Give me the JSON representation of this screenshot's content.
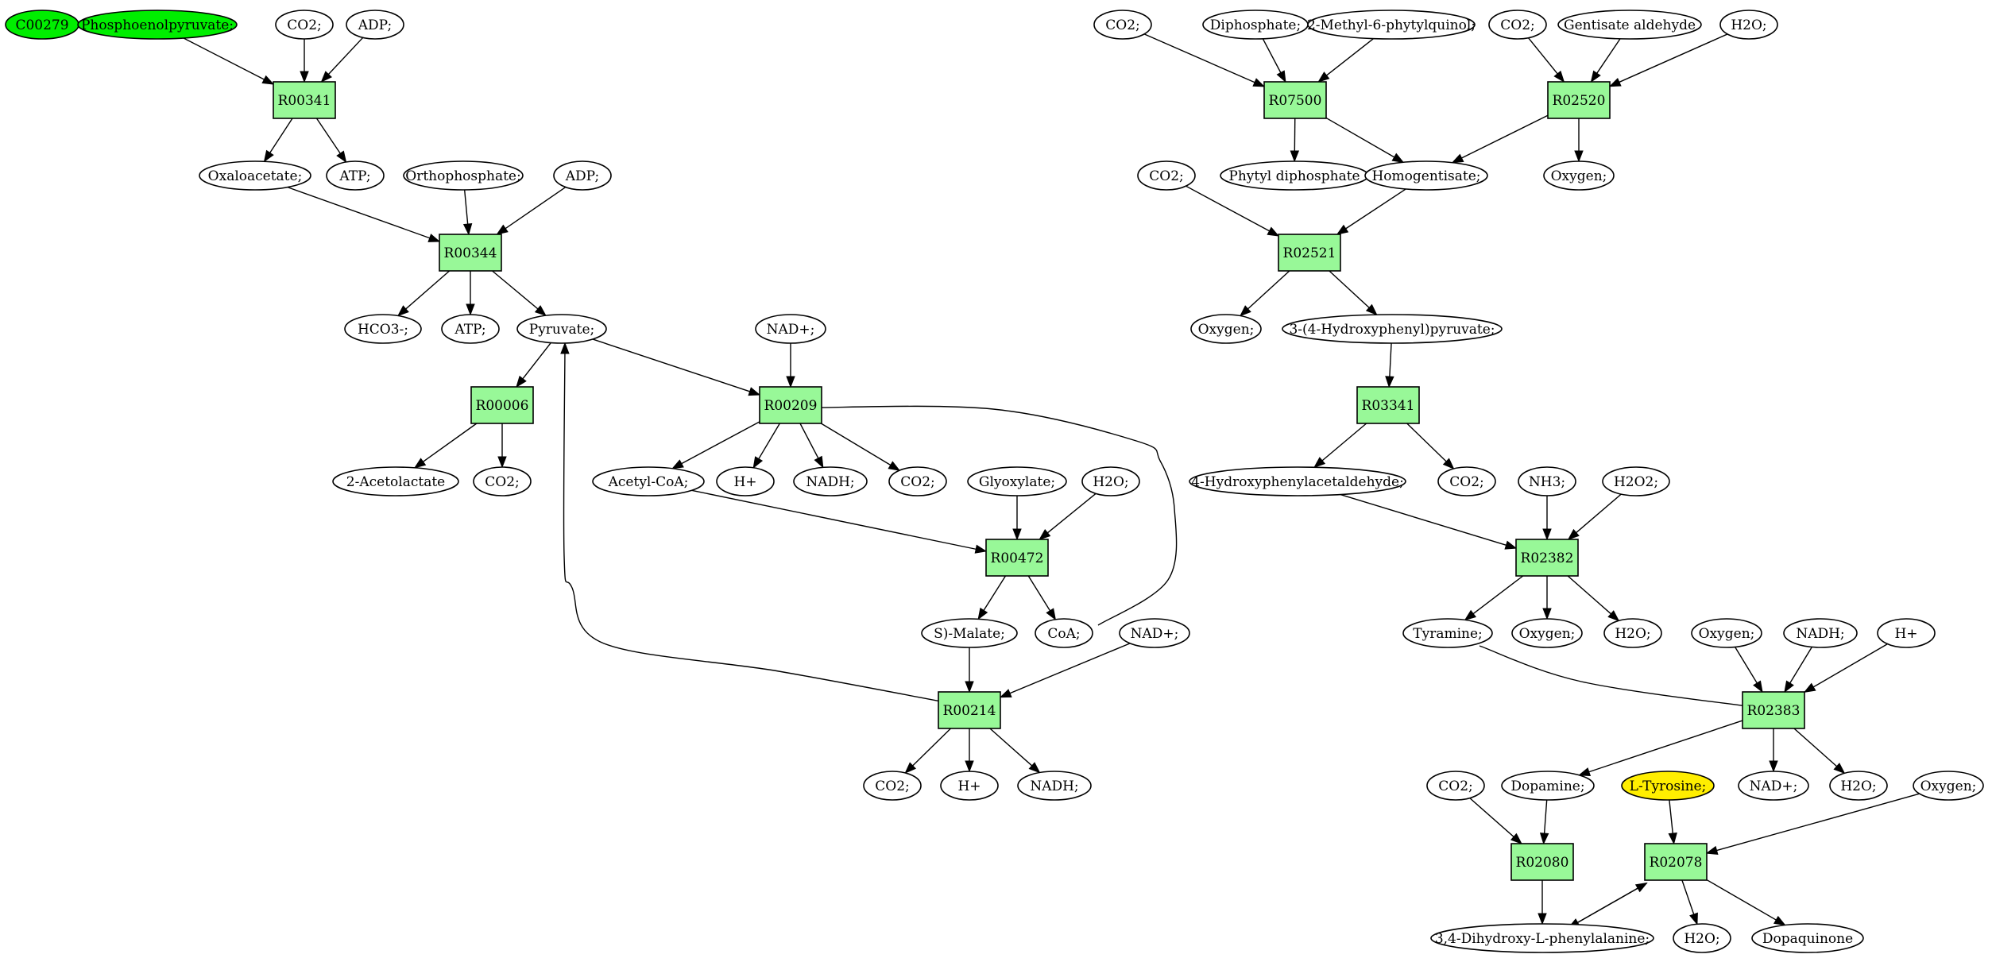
{
  "diagram": {
    "colors": {
      "reaction": "#98f898",
      "green_compound": "#00ee00",
      "yellow_compound": "#ffee00",
      "compound": "#ffffff",
      "stroke": "#000000"
    },
    "nodes": [
      {
        "id": "c00279",
        "label": "C00279",
        "shape": "ellipse",
        "fill": "green"
      },
      {
        "id": "pep",
        "label": "Phosphoenolpyruvate;",
        "shape": "ellipse",
        "fill": "green"
      },
      {
        "id": "co2_a",
        "label": "CO2;",
        "shape": "ellipse"
      },
      {
        "id": "adp_a",
        "label": "ADP;",
        "shape": "ellipse"
      },
      {
        "id": "r00341",
        "label": "R00341",
        "shape": "box"
      },
      {
        "id": "oxaloacetate",
        "label": "Oxaloacetate;",
        "shape": "ellipse"
      },
      {
        "id": "atp_a",
        "label": "ATP;",
        "shape": "ellipse"
      },
      {
        "id": "orthophosphate",
        "label": "Orthophosphate;",
        "shape": "ellipse"
      },
      {
        "id": "adp_b",
        "label": "ADP;",
        "shape": "ellipse"
      },
      {
        "id": "r00344",
        "label": "R00344",
        "shape": "box"
      },
      {
        "id": "hco3",
        "label": "HCO3-;",
        "shape": "ellipse"
      },
      {
        "id": "atp_b",
        "label": "ATP;",
        "shape": "ellipse"
      },
      {
        "id": "pyruvate",
        "label": "Pyruvate;",
        "shape": "ellipse"
      },
      {
        "id": "r00006",
        "label": "R00006",
        "shape": "box"
      },
      {
        "id": "acetolactate",
        "label": "2-Acetolactate",
        "shape": "ellipse"
      },
      {
        "id": "co2_b",
        "label": "CO2;",
        "shape": "ellipse"
      },
      {
        "id": "nad_a",
        "label": "NAD+;",
        "shape": "ellipse"
      },
      {
        "id": "r00209",
        "label": "R00209",
        "shape": "box"
      },
      {
        "id": "acetylcoa",
        "label": "Acetyl-CoA;",
        "shape": "ellipse"
      },
      {
        "id": "hplus_a",
        "label": "H+",
        "shape": "ellipse"
      },
      {
        "id": "nadh_a",
        "label": "NADH;",
        "shape": "ellipse"
      },
      {
        "id": "co2_c",
        "label": "CO2;",
        "shape": "ellipse"
      },
      {
        "id": "glyoxylate",
        "label": "Glyoxylate;",
        "shape": "ellipse"
      },
      {
        "id": "h2o_a",
        "label": "H2O;",
        "shape": "ellipse"
      },
      {
        "id": "r00472",
        "label": "R00472",
        "shape": "box"
      },
      {
        "id": "smalate",
        "label": "S)-Malate;",
        "shape": "ellipse"
      },
      {
        "id": "coa",
        "label": "CoA;",
        "shape": "ellipse"
      },
      {
        "id": "nad_b",
        "label": "NAD+;",
        "shape": "ellipse"
      },
      {
        "id": "r00214",
        "label": "R00214",
        "shape": "box"
      },
      {
        "id": "co2_d",
        "label": "CO2;",
        "shape": "ellipse"
      },
      {
        "id": "hplus_b",
        "label": "H+",
        "shape": "ellipse"
      },
      {
        "id": "nadh_b",
        "label": "NADH;",
        "shape": "ellipse"
      },
      {
        "id": "co2_e",
        "label": "CO2;",
        "shape": "ellipse"
      },
      {
        "id": "diphosphate",
        "label": "Diphosphate;",
        "shape": "ellipse"
      },
      {
        "id": "methylphytylquinol",
        "label": "2-Methyl-6-phytylquinol;",
        "shape": "ellipse"
      },
      {
        "id": "co2_f",
        "label": "CO2;",
        "shape": "ellipse"
      },
      {
        "id": "gentisate",
        "label": "Gentisate aldehyde",
        "shape": "ellipse"
      },
      {
        "id": "h2o_b",
        "label": "H2O;",
        "shape": "ellipse"
      },
      {
        "id": "r07500",
        "label": "R07500",
        "shape": "box"
      },
      {
        "id": "r02520",
        "label": "R02520",
        "shape": "box"
      },
      {
        "id": "co2_g",
        "label": "CO2;",
        "shape": "ellipse"
      },
      {
        "id": "phytyldiphosphate",
        "label": "Phytyl diphosphate",
        "shape": "ellipse"
      },
      {
        "id": "homogentisate",
        "label": "Homogentisate;",
        "shape": "ellipse"
      },
      {
        "id": "oxygen_a",
        "label": "Oxygen;",
        "shape": "ellipse"
      },
      {
        "id": "r02521",
        "label": "R02521",
        "shape": "box"
      },
      {
        "id": "oxygen_b",
        "label": "Oxygen;",
        "shape": "ellipse"
      },
      {
        "id": "hppyruvate",
        "label": "3-(4-Hydroxyphenyl)pyruvate;",
        "shape": "ellipse"
      },
      {
        "id": "r03341",
        "label": "R03341",
        "shape": "box"
      },
      {
        "id": "hpacetaldehyde",
        "label": "4-Hydroxyphenylacetaldehyde;",
        "shape": "ellipse"
      },
      {
        "id": "co2_h",
        "label": "CO2;",
        "shape": "ellipse"
      },
      {
        "id": "nh3",
        "label": "NH3;",
        "shape": "ellipse"
      },
      {
        "id": "h2o2",
        "label": "H2O2;",
        "shape": "ellipse"
      },
      {
        "id": "r02382",
        "label": "R02382",
        "shape": "box"
      },
      {
        "id": "tyramine",
        "label": "Tyramine;",
        "shape": "ellipse"
      },
      {
        "id": "oxygen_c",
        "label": "Oxygen;",
        "shape": "ellipse"
      },
      {
        "id": "h2o_c",
        "label": "H2O;",
        "shape": "ellipse"
      },
      {
        "id": "oxygen_d",
        "label": "Oxygen;",
        "shape": "ellipse"
      },
      {
        "id": "nadh_c",
        "label": "NADH;",
        "shape": "ellipse"
      },
      {
        "id": "hplus_c",
        "label": "H+",
        "shape": "ellipse"
      },
      {
        "id": "r02383",
        "label": "R02383",
        "shape": "box"
      },
      {
        "id": "co2_i",
        "label": "CO2;",
        "shape": "ellipse"
      },
      {
        "id": "dopamine",
        "label": "Dopamine;",
        "shape": "ellipse"
      },
      {
        "id": "ltyrosine",
        "label": "L-Tyrosine;",
        "shape": "ellipse",
        "fill": "yellow"
      },
      {
        "id": "nad_c",
        "label": "NAD+;",
        "shape": "ellipse"
      },
      {
        "id": "h2o_d",
        "label": "H2O;",
        "shape": "ellipse"
      },
      {
        "id": "oxygen_e",
        "label": "Oxygen;",
        "shape": "ellipse"
      },
      {
        "id": "r02080",
        "label": "R02080",
        "shape": "box"
      },
      {
        "id": "r02078",
        "label": "R02078",
        "shape": "box"
      },
      {
        "id": "dopa",
        "label": "3,4-Dihydroxy-L-phenylalanine;",
        "shape": "ellipse"
      },
      {
        "id": "h2o_e",
        "label": "H2O;",
        "shape": "ellipse"
      },
      {
        "id": "dopaquinone",
        "label": "Dopaquinone",
        "shape": "ellipse"
      }
    ],
    "edges": [
      {
        "from": "pep",
        "to": "r00341"
      },
      {
        "from": "co2_a",
        "to": "r00341"
      },
      {
        "from": "adp_a",
        "to": "r00341"
      },
      {
        "from": "r00341",
        "to": "oxaloacetate"
      },
      {
        "from": "r00341",
        "to": "atp_a"
      },
      {
        "from": "oxaloacetate",
        "to": "r00344"
      },
      {
        "from": "orthophosphate",
        "to": "r00344"
      },
      {
        "from": "adp_b",
        "to": "r00344"
      },
      {
        "from": "r00344",
        "to": "hco3"
      },
      {
        "from": "r00344",
        "to": "atp_b"
      },
      {
        "from": "r00344",
        "to": "pyruvate"
      },
      {
        "from": "pyruvate",
        "to": "r00006"
      },
      {
        "from": "r00006",
        "to": "acetolactate"
      },
      {
        "from": "r00006",
        "to": "co2_b"
      },
      {
        "from": "pyruvate",
        "to": "r00209"
      },
      {
        "from": "nad_a",
        "to": "r00209"
      },
      {
        "from": "r00209",
        "to": "acetylcoa"
      },
      {
        "from": "r00209",
        "to": "hplus_a"
      },
      {
        "from": "r00209",
        "to": "nadh_a"
      },
      {
        "from": "r00209",
        "to": "co2_c"
      },
      {
        "from": "acetylcoa",
        "to": "r00472"
      },
      {
        "from": "glyoxylate",
        "to": "r00472"
      },
      {
        "from": "h2o_a",
        "to": "r00472"
      },
      {
        "from": "r00472",
        "to": "smalate"
      },
      {
        "from": "r00472",
        "to": "coa"
      },
      {
        "from": "coa",
        "to": "r00209"
      },
      {
        "from": "smalate",
        "to": "r00214"
      },
      {
        "from": "nad_b",
        "to": "r00214"
      },
      {
        "from": "r00214",
        "to": "pyruvate"
      },
      {
        "from": "r00214",
        "to": "co2_d"
      },
      {
        "from": "r00214",
        "to": "hplus_b"
      },
      {
        "from": "r00214",
        "to": "nadh_b"
      },
      {
        "from": "co2_e",
        "to": "r07500"
      },
      {
        "from": "diphosphate",
        "to": "r07500"
      },
      {
        "from": "methylphytylquinol",
        "to": "r07500"
      },
      {
        "from": "r07500",
        "to": "phytyldiphosphate"
      },
      {
        "from": "r07500",
        "to": "homogentisate"
      },
      {
        "from": "co2_f",
        "to": "r02520"
      },
      {
        "from": "gentisate",
        "to": "r02520"
      },
      {
        "from": "h2o_b",
        "to": "r02520"
      },
      {
        "from": "r02520",
        "to": "homogentisate"
      },
      {
        "from": "r02520",
        "to": "oxygen_a"
      },
      {
        "from": "co2_g",
        "to": "r02521"
      },
      {
        "from": "homogentisate",
        "to": "r02521"
      },
      {
        "from": "r02521",
        "to": "oxygen_b"
      },
      {
        "from": "r02521",
        "to": "hppyruvate"
      },
      {
        "from": "hppyruvate",
        "to": "r03341"
      },
      {
        "from": "r03341",
        "to": "hpacetaldehyde"
      },
      {
        "from": "r03341",
        "to": "co2_h"
      },
      {
        "from": "hpacetaldehyde",
        "to": "r02382"
      },
      {
        "from": "nh3",
        "to": "r02382"
      },
      {
        "from": "h2o2",
        "to": "r02382"
      },
      {
        "from": "r02382",
        "to": "tyramine"
      },
      {
        "from": "r02382",
        "to": "oxygen_c"
      },
      {
        "from": "r02382",
        "to": "h2o_c"
      },
      {
        "from": "tyramine",
        "to": "r02383"
      },
      {
        "from": "oxygen_d",
        "to": "r02383"
      },
      {
        "from": "nadh_c",
        "to": "r02383"
      },
      {
        "from": "hplus_c",
        "to": "r02383"
      },
      {
        "from": "r02383",
        "to": "dopamine"
      },
      {
        "from": "r02383",
        "to": "nad_c"
      },
      {
        "from": "r02383",
        "to": "h2o_d"
      },
      {
        "from": "co2_i",
        "to": "r02080"
      },
      {
        "from": "dopamine",
        "to": "r02080"
      },
      {
        "from": "r02080",
        "to": "dopa"
      },
      {
        "from": "ltyrosine",
        "to": "r02078"
      },
      {
        "from": "oxygen_e",
        "to": "r02078"
      },
      {
        "from": "r02078",
        "to": "dopa"
      },
      {
        "from": "dopa",
        "to": "r02078"
      },
      {
        "from": "r02078",
        "to": "h2o_e"
      },
      {
        "from": "r02078",
        "to": "dopaquinone"
      }
    ]
  }
}
